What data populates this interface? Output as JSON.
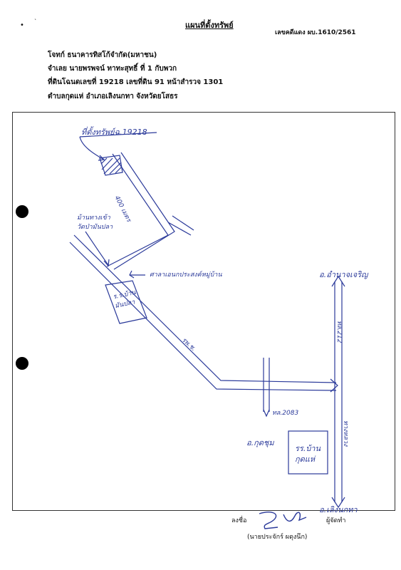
{
  "header": {
    "title": "แผนที่ตั้งทรัพย์",
    "case_number": "เลขคดีแดง ผบ.1610/2561"
  },
  "info_lines": [
    "โจทก์ ธนาคารทิสโก้จำกัด(มหาชน)",
    "จำเลย นายพรพจน์ ทาทะสุทธิ์ ที่ 1 กับพวก",
    "ที่ดินโฉนดเลขที่ 19218 เลขที่ดิน 91 หน้าสำรวจ 1301",
    "ตำบลกุดแห่  อำเภอเลิงนกทา  จังหวัดยโสธร"
  ],
  "map": {
    "property_label": "ที่ตั้งทรัพย์ฉ.19218",
    "distance_label": "400 เมตร",
    "road_side_label": "ม้านทางเข้า\nวัดป่ามันปลา",
    "hall_label": "ศาลาเอนกประสงค์หมู่บ้าน",
    "school_left_line1": "ร.ร.บ้าน",
    "school_left_line2": "มันปลา",
    "road_main_label": "รพ.ช.",
    "district_top_right": "อ.อำนาจเจริญ",
    "hwy_label": "ทล.212",
    "hwy_label_lower": "ทล.2083",
    "hwy_right_lower": "ทางหลวง",
    "district_left": "อ.กุดชุม",
    "school_right_line1": "รร.บ้าน",
    "school_right_line2": "กุดแห่",
    "district_bottom_right": "อ.เลิงนกทา"
  },
  "footer": {
    "sign_label": "ลงชื่อ",
    "role_label": "ผู้จัดทำ",
    "name": "(นายประจักร์ ผดุงนึก)"
  },
  "colors": {
    "ink": "#2b3a9a",
    "text": "#111111"
  }
}
